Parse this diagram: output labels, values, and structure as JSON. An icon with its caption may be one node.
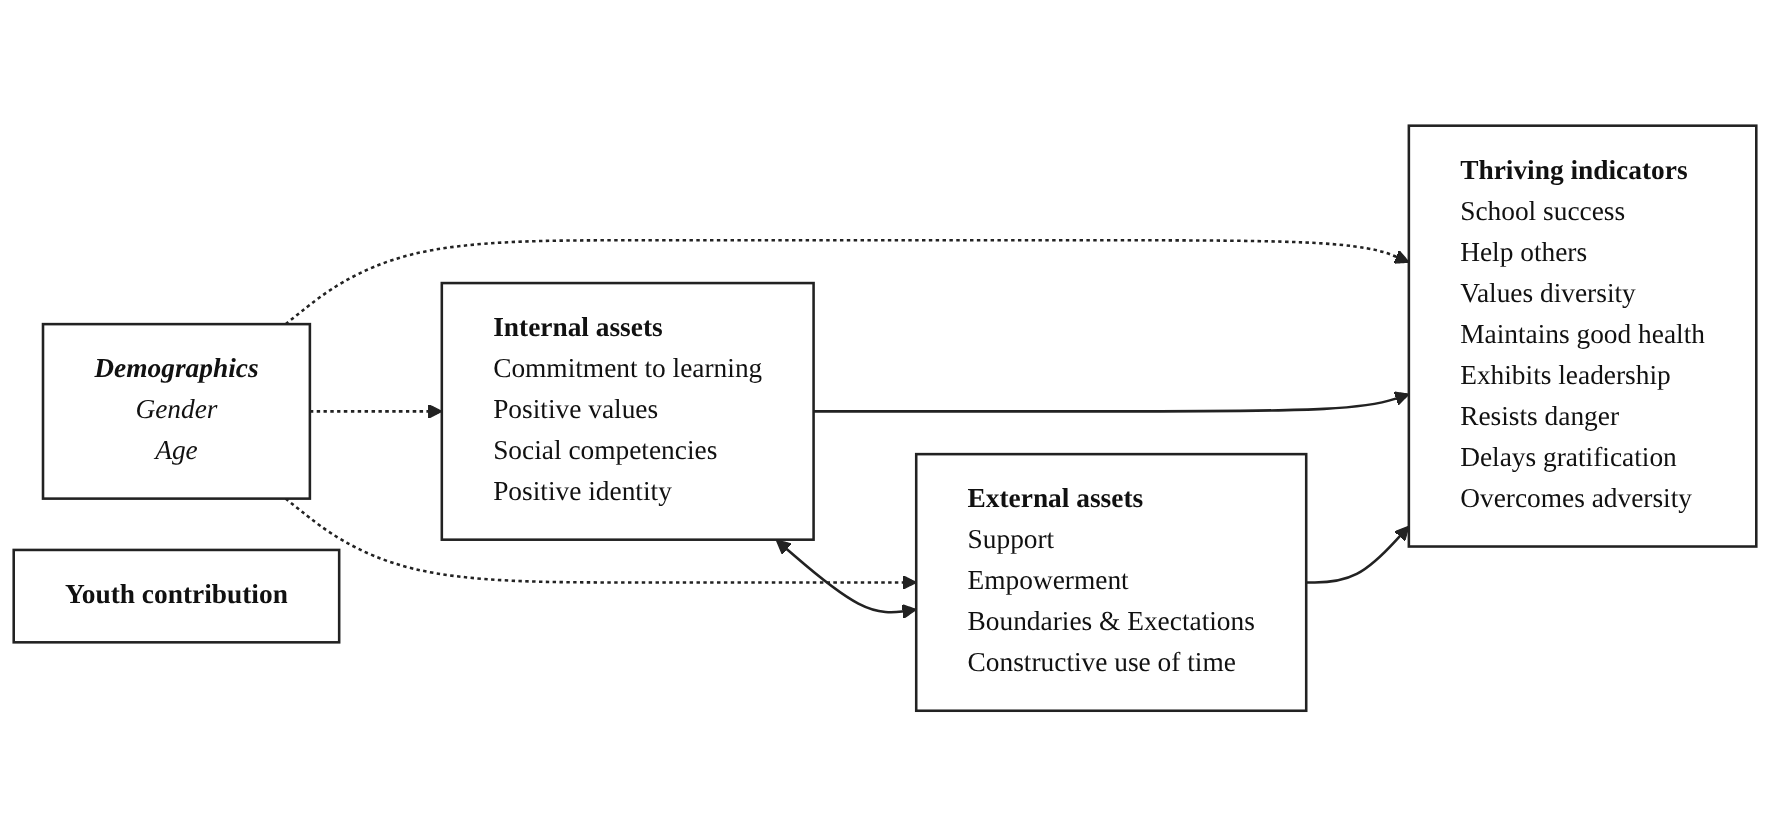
{
  "diagram": {
    "nodes": [
      {
        "text": [
          "Demographics",
          "Gender",
          "Age"
        ]
      },
      {
        "text": [
          "Internal assets",
          "Commitment to learning",
          "Positive values",
          "Social competencies",
          "Positive identity"
        ]
      },
      {
        "text": [
          "External assets",
          "Support",
          "Empowerment",
          "Boundaries & Exectations",
          "Constructive use of time"
        ]
      },
      {
        "text": [
          "Thriving indicators",
          "School success",
          "Help others",
          "Values diversity",
          "Maintains good health",
          "Exhibits leadership",
          "Resists danger",
          "Delays gratification",
          "Overcomes adversity"
        ]
      },
      {
        "text": [
          "Youth contribution"
        ]
      }
    ],
    "edges": [
      {
        "from": 0,
        "to": 1,
        "arrow": "to",
        "style": "dashed"
      },
      {
        "from": 0,
        "to": 2,
        "arrow": "to",
        "style": "dashed"
      },
      {
        "from": 0,
        "to": 3,
        "arrow": "to",
        "style": "dashed"
      },
      {
        "from": 1,
        "to": 2,
        "arrow": "both"
      },
      {
        "from": 1,
        "to": 3,
        "arrow": "to"
      },
      {
        "from": 2,
        "to": 3,
        "arrow": "to"
      }
    ]
  }
}
